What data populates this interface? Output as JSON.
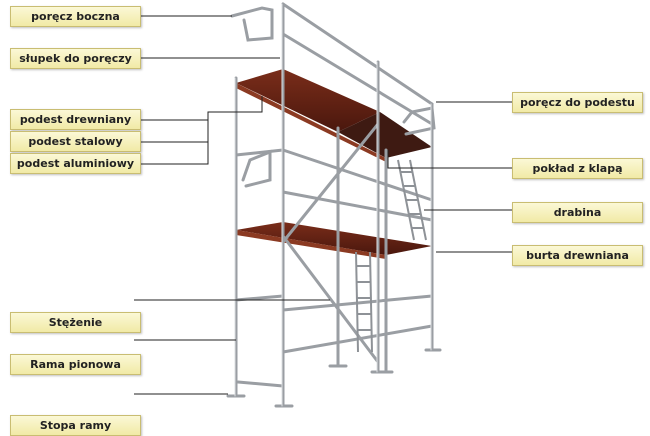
{
  "labels": [
    "poręcz boczna",
    "słupek do poręczy",
    "podest drewniany",
    "podest stalowy",
    "podest aluminiowy",
    "Stężenie",
    "Rama pionowa",
    "Stopa ramy",
    "poręcz do podestu",
    "pokład z klapą",
    "drabina",
    "burta drewniana"
  ],
  "colors": {
    "tube": "#9a9ea3",
    "tube_highlight": "#dde0e3",
    "deck": "#5a1e12",
    "deck_edge": "#8b3a22",
    "label_fill": "#f5efb8",
    "label_border": "#c9bd72",
    "leader": "#222222"
  }
}
